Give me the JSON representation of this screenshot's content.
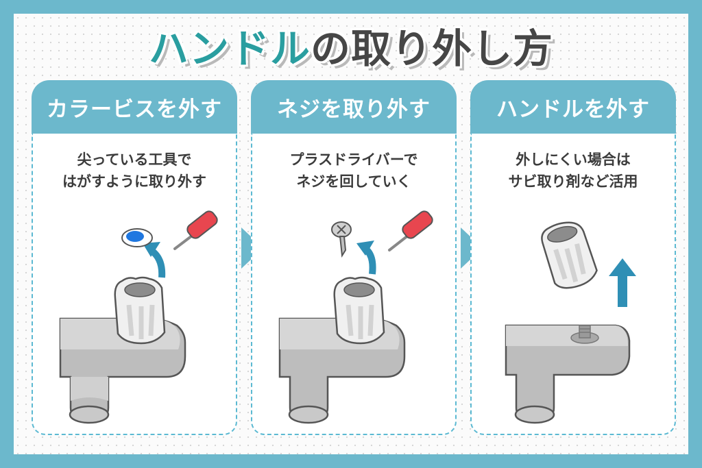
{
  "title": {
    "accent": "ハンドル",
    "rest": "の取り外し方"
  },
  "colors": {
    "frame": "#6cb8cc",
    "title_accent": "#2a9ea0",
    "title_text": "#464646",
    "arrow_blue": "#2f8fb5",
    "screwdriver_red": "#e8464f",
    "cap_blue": "#1f77e0"
  },
  "steps": [
    {
      "heading": "カラービスを外す",
      "lines": [
        "尖っている工具で",
        "はがすように取り外す"
      ],
      "illustration": "faucet-handle-cap-removal"
    },
    {
      "heading": "ネジを取り外す",
      "lines": [
        "プラスドライバーで",
        "ネジを回していく"
      ],
      "illustration": "faucet-screw-removal"
    },
    {
      "heading": "ハンドルを外す",
      "lines": [
        "外しにくい場合は",
        "サビ取り剤など活用"
      ],
      "illustration": "faucet-handle-lift-off"
    }
  ]
}
